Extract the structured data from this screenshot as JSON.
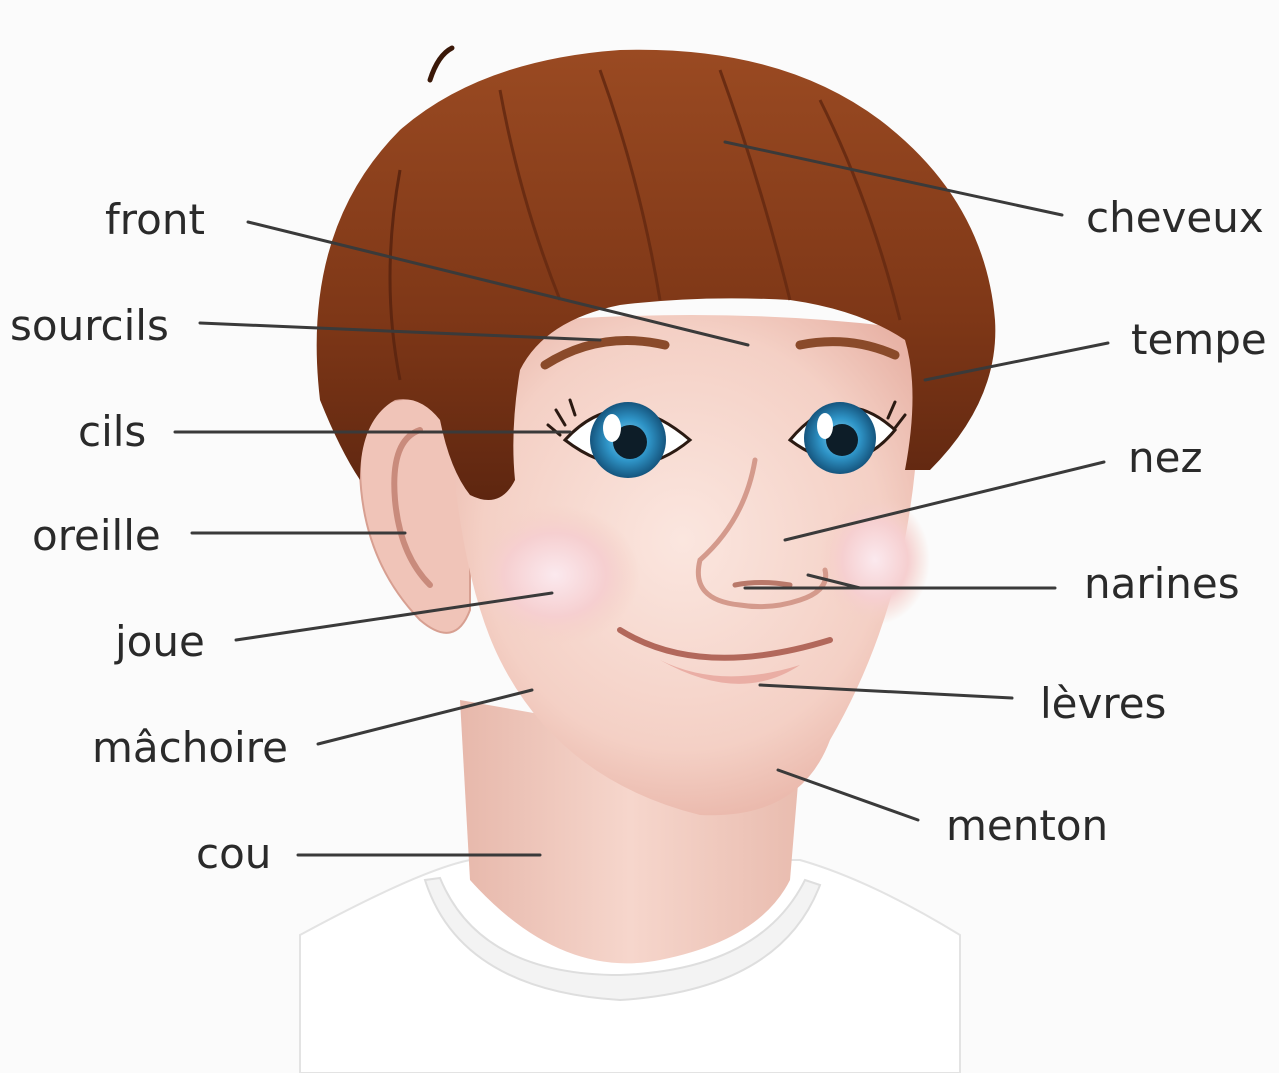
{
  "labels": {
    "front": "front",
    "sourcils": "sourcils",
    "cils": "cils",
    "oreille": "oreille",
    "joue": "joue",
    "machoire": "mâchoire",
    "cou": "cou",
    "cheveux": "cheveux",
    "tempe": "tempe",
    "nez": "nez",
    "narines": "narines",
    "levres": "lèvres",
    "menton": "menton"
  },
  "colors": {
    "hair": "#8a3f1c",
    "hair_dark": "#5e2610",
    "skin": "#f6d6cc",
    "cheek": "#f3b9b2",
    "iris": "#2f8fc0",
    "label": "#2a2a2a",
    "line": "#3a3a3a",
    "shirt": "#ffffff"
  }
}
